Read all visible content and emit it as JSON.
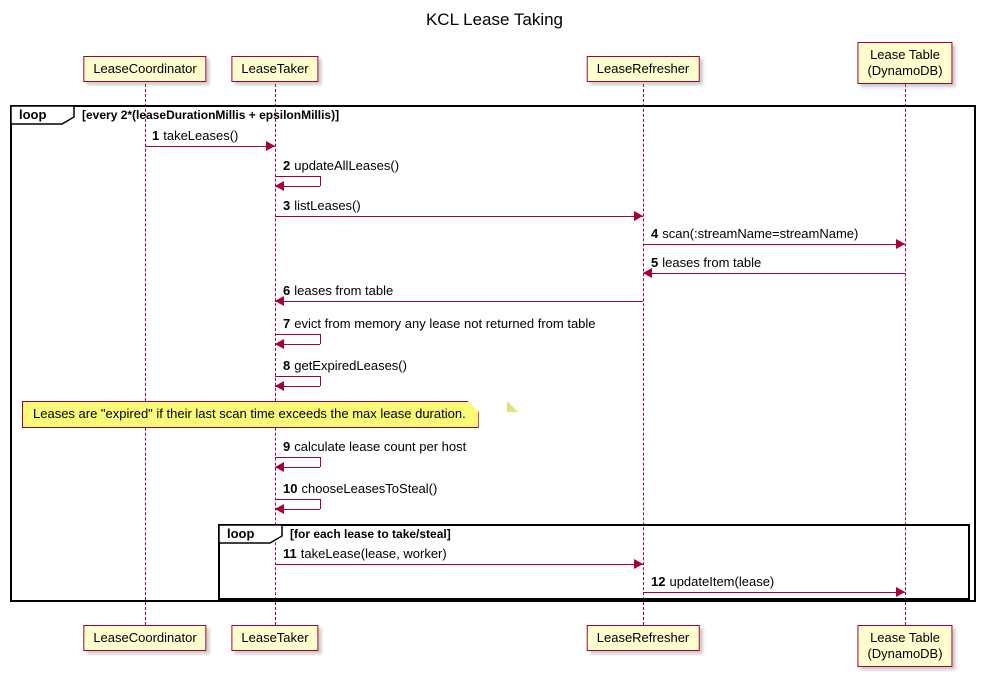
{
  "title": "KCL Lease Taking",
  "colors": {
    "accent": "#A80036",
    "participant_bg": "#FEFECE",
    "note_bg": "#FBFB77",
    "frame_border": "#000000"
  },
  "participants": [
    {
      "id": "lease-coordinator",
      "line1": "LeaseCoordinator"
    },
    {
      "id": "lease-taker",
      "line1": "LeaseTaker"
    },
    {
      "id": "lease-refresher",
      "line1": "LeaseRefresher"
    },
    {
      "id": "lease-table",
      "line1": "Lease Table",
      "line2": "(DynamoDB)"
    }
  ],
  "loops": {
    "outer": {
      "keyword": "loop",
      "condition": "[every 2*(leaseDurationMillis + epsilonMillis)]"
    },
    "inner": {
      "keyword": "loop",
      "condition": "[for each lease to take/steal]"
    }
  },
  "note": {
    "text": "Leases are \"expired\" if their last scan time exceeds the max lease duration."
  },
  "messages": [
    {
      "num": "1",
      "label": "takeLeases()"
    },
    {
      "num": "2",
      "label": "updateAllLeases()"
    },
    {
      "num": "3",
      "label": "listLeases()"
    },
    {
      "num": "4",
      "label": "scan(:streamName=streamName)"
    },
    {
      "num": "5",
      "label": "leases from table"
    },
    {
      "num": "6",
      "label": "leases from table"
    },
    {
      "num": "7",
      "label": "evict from memory any lease not returned from table"
    },
    {
      "num": "8",
      "label": "getExpiredLeases()"
    },
    {
      "num": "9",
      "label": "calculate lease count per host"
    },
    {
      "num": "10",
      "label": "chooseLeasesToSteal()"
    },
    {
      "num": "11",
      "label": "takeLease(lease, worker)"
    },
    {
      "num": "12",
      "label": "updateItem(lease)"
    }
  ]
}
